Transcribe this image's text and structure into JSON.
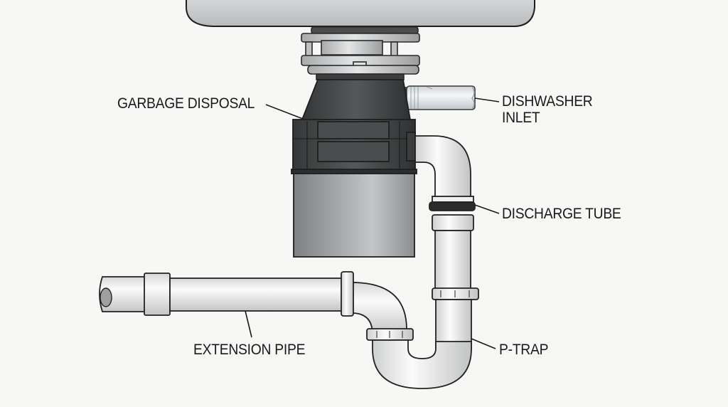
{
  "diagram": {
    "type": "plumbing-illustration",
    "subject": "Under-sink garbage disposal drain assembly",
    "background_color": "#f7f7f6",
    "components": {
      "sink_basin": {
        "color": "#c9cacb"
      },
      "mounting_assembly": {
        "color": "#b9babb"
      },
      "garbage_disposal": {
        "upper_housing_color": "#3f4143",
        "lower_canister_color": "#9d9fa1"
      },
      "dishwasher_inlet": {
        "color": "#e3e6ea"
      },
      "discharge_tube": {
        "color": "#eeeeee",
        "gasket_color": "#2b2b2b"
      },
      "p_trap": {
        "color": "#efefef"
      },
      "extension_pipe": {
        "color": "#efefef"
      }
    },
    "labels": [
      {
        "id": "garbage-disposal",
        "text": "GARBAGE DISPOSAL"
      },
      {
        "id": "dishwasher-inlet",
        "text": "DISHWASHER\nINLET"
      },
      {
        "id": "discharge-tube",
        "text": "DISCHARGE TUBE"
      },
      {
        "id": "extension-pipe",
        "text": "EXTENSION PIPE"
      },
      {
        "id": "p-trap",
        "text": "P-TRAP"
      }
    ]
  }
}
